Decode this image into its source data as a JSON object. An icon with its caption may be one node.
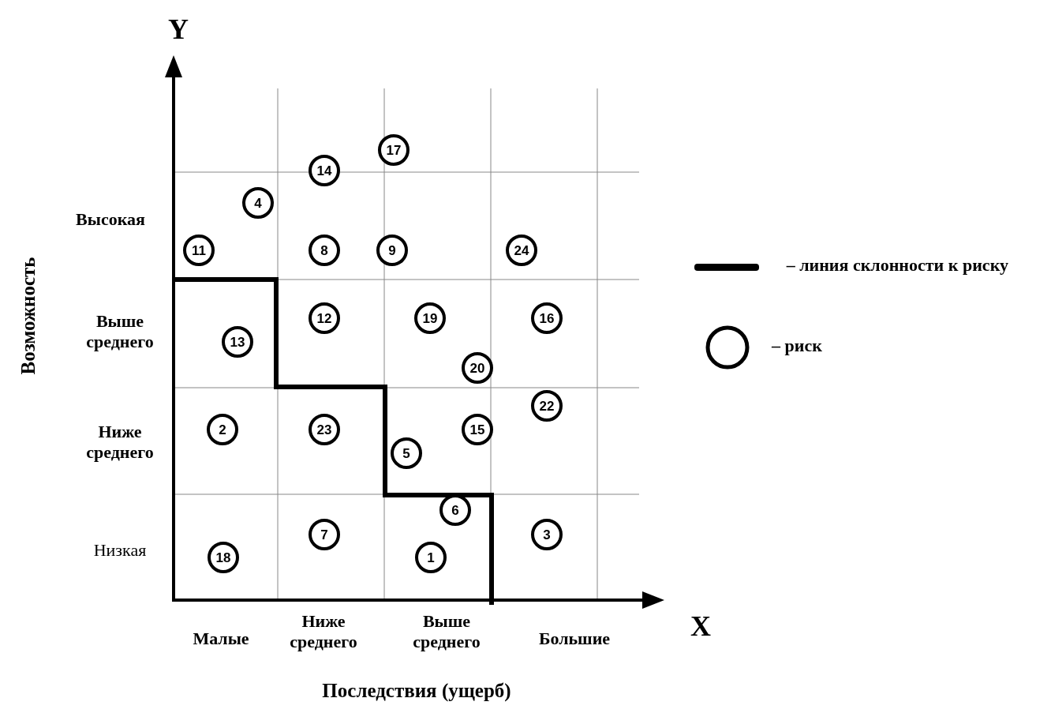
{
  "diagram": {
    "nodes": [
      {
        "text": [
          "17"
        ]
      },
      {
        "text": [
          "14"
        ]
      },
      {
        "text": [
          "4"
        ]
      },
      {
        "text": [
          "11"
        ]
      },
      {
        "text": [
          "8"
        ]
      },
      {
        "text": [
          "9"
        ]
      },
      {
        "text": [
          "24"
        ]
      },
      {
        "text": [
          "12"
        ]
      },
      {
        "text": [
          "19"
        ]
      },
      {
        "text": [
          "16"
        ]
      },
      {
        "text": [
          "13"
        ]
      },
      {
        "text": [
          "20"
        ]
      },
      {
        "text": [
          "22"
        ]
      },
      {
        "text": [
          "2"
        ]
      },
      {
        "text": [
          "23"
        ]
      },
      {
        "text": [
          "15"
        ]
      },
      {
        "text": [
          "5"
        ]
      },
      {
        "text": [
          "6"
        ]
      },
      {
        "text": [
          "7"
        ]
      },
      {
        "text": [
          "3"
        ]
      },
      {
        "text": [
          "18"
        ]
      },
      {
        "text": [
          "1"
        ]
      }
    ],
    "edges": [],
    "labels": [
      "Y",
      "Возможность",
      "Высокая",
      "Выше среднего",
      "Ниже среднего",
      "Низкая",
      "Малые",
      "Ниже среднего",
      "Выше среднего",
      "Большие",
      "X",
      "Последствия (ущерб)"
    ],
    "legend": [
      {
        "text": "– линия склонности к риску"
      },
      {
        "text": "– риск"
      }
    ]
  }
}
